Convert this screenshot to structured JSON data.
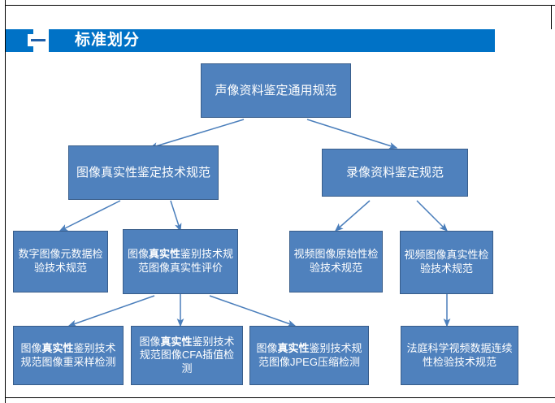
{
  "slide": {
    "title": "标准划分",
    "accent_color": "#0072C6",
    "node_fill": "#4F81BD",
    "node_border": "#385D8A",
    "connector_color": "#4A7EBB",
    "background": "#FFFFFF"
  },
  "diagram": {
    "type": "hierarchy",
    "levels": [
      {
        "level": 1,
        "nodes": [
          {
            "id": "root",
            "text": "声像资料鉴定通用规范"
          }
        ]
      },
      {
        "level": 2,
        "nodes": [
          {
            "id": "image-std",
            "text": "图像真实性鉴定技术规范"
          },
          {
            "id": "video-std",
            "text": "录像资料鉴定规范"
          }
        ]
      },
      {
        "level": 3,
        "nodes": [
          {
            "id": "meta-std",
            "text": "数字图像元数据检验技术规范"
          },
          {
            "id": "auth-eval",
            "text_parts": [
              {
                "t": "图像",
                "bold": false
              },
              {
                "t": "真实性",
                "bold": true
              },
              {
                "t": "鉴别技术规范图像真实性评价",
                "bold": false
              }
            ],
            "text": "图像真实性鉴别技术规范图像真实性评价"
          },
          {
            "id": "video-orig",
            "text": "视频图像原始性检验技术规范"
          },
          {
            "id": "video-auth",
            "text": "视频图像真实性检验技术规范"
          }
        ]
      },
      {
        "level": 4,
        "nodes": [
          {
            "id": "resample",
            "text_parts": [
              {
                "t": "图像",
                "bold": false
              },
              {
                "t": "真实性",
                "bold": true
              },
              {
                "t": "鉴别技术规范图像重采样检测",
                "bold": false
              }
            ],
            "text": "图像真实性鉴别技术规范图像重采样检测"
          },
          {
            "id": "cfa",
            "text_parts": [
              {
                "t": "图像",
                "bold": false
              },
              {
                "t": "真实性",
                "bold": true
              },
              {
                "t": "鉴别技术规范图像CFA插值检测",
                "bold": false
              }
            ],
            "text": "图像真实性鉴别技术规范图像CFA插值检测"
          },
          {
            "id": "jpeg",
            "text_parts": [
              {
                "t": "图像",
                "bold": false
              },
              {
                "t": "真实性",
                "bold": true
              },
              {
                "t": "鉴别技术规范图像JPEG压缩检测",
                "bold": false
              }
            ],
            "text": "图像真实性鉴别技术规范图像JPEG压缩检测"
          },
          {
            "id": "continuity",
            "text": "法庭科学视频数据连续性检验技术规范"
          }
        ]
      }
    ],
    "edges": [
      {
        "from": "root",
        "to": "image-std"
      },
      {
        "from": "root",
        "to": "video-std"
      },
      {
        "from": "image-std",
        "to": "meta-std"
      },
      {
        "from": "image-std",
        "to": "auth-eval"
      },
      {
        "from": "video-std",
        "to": "video-orig"
      },
      {
        "from": "video-std",
        "to": "video-auth"
      },
      {
        "from": "auth-eval",
        "to": "resample"
      },
      {
        "from": "auth-eval",
        "to": "cfa"
      },
      {
        "from": "auth-eval",
        "to": "jpeg"
      },
      {
        "from": "video-auth",
        "to": "continuity"
      }
    ]
  }
}
